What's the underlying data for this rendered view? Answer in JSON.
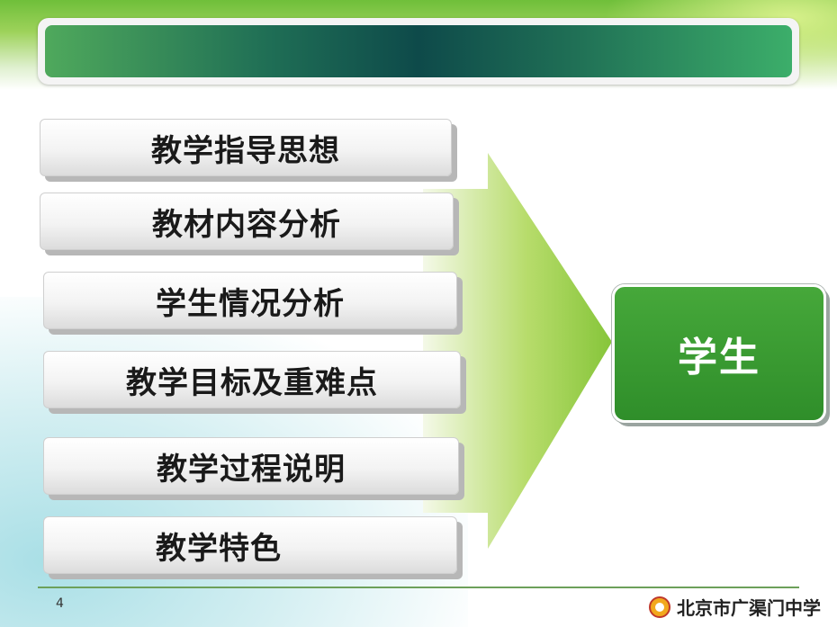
{
  "items": [
    {
      "label": "教学指导思想"
    },
    {
      "label": "教材内容分析"
    },
    {
      "label": "学生情况分析"
    },
    {
      "label": "教学目标及重难点"
    },
    {
      "label": "教学过程说明"
    },
    {
      "label": "教学特色"
    }
  ],
  "target": {
    "label": "学生"
  },
  "footer": {
    "page_number": "4",
    "school_name": "北京市广渠门中学"
  },
  "colors": {
    "title_bar": "#0e4a4a",
    "arrow": "#8cc63f",
    "target_box": "#2f8e2a"
  }
}
